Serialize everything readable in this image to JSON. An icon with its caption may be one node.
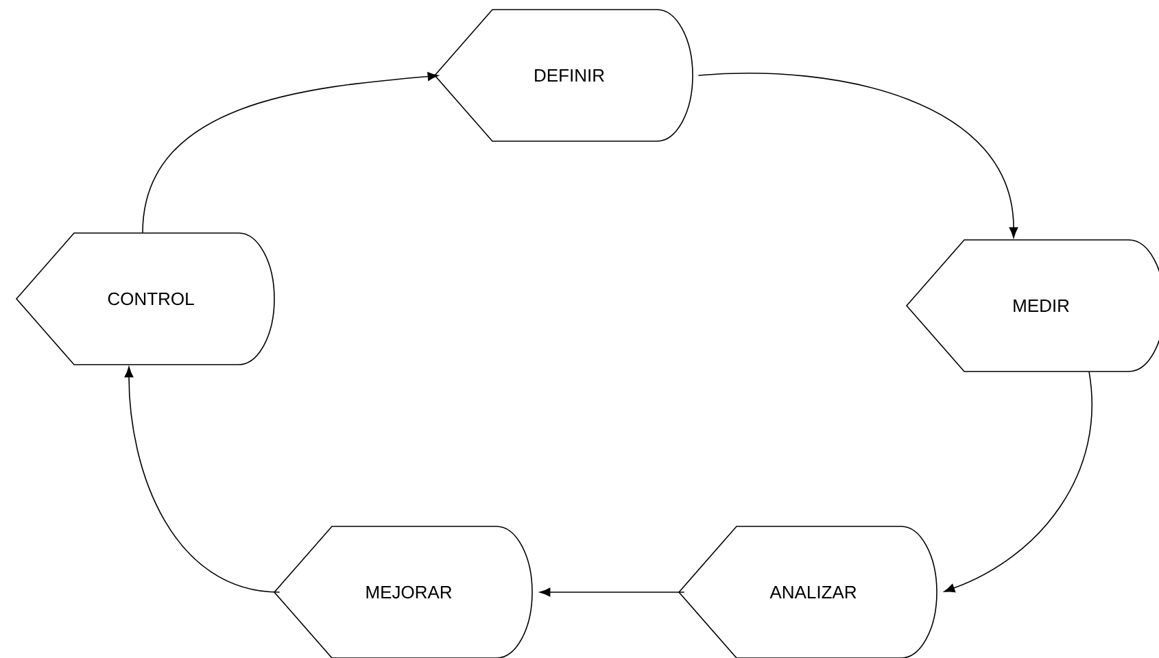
{
  "diagram": {
    "nodes": [
      {
        "text": [
          "DEFINIR"
        ]
      },
      {
        "text": [
          "MEDIR"
        ]
      },
      {
        "text": [
          "ANALIZAR"
        ]
      },
      {
        "text": [
          "MEJORAR"
        ]
      },
      {
        "text": [
          "CONTROL"
        ]
      }
    ],
    "edges": [
      {
        "from": 4,
        "to": 0,
        "arrow": "to"
      },
      {
        "from": 0,
        "to": 1,
        "arrow": "to"
      },
      {
        "from": 1,
        "to": 2,
        "arrow": "to"
      },
      {
        "from": 2,
        "to": 3,
        "arrow": "to"
      },
      {
        "from": 3,
        "to": 4,
        "arrow": "to"
      }
    ]
  }
}
